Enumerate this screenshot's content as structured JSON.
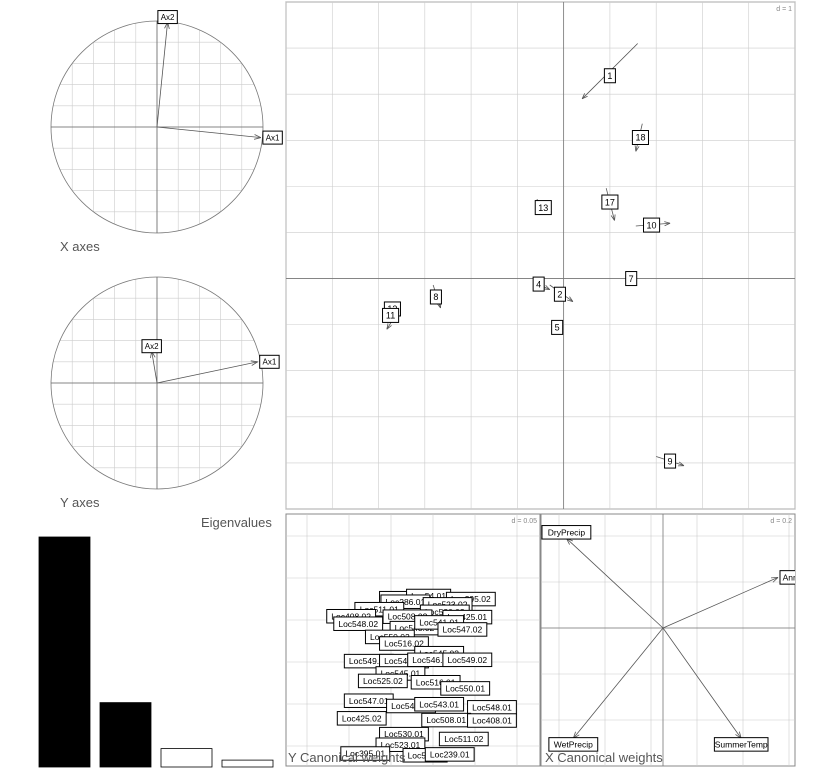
{
  "panels": {
    "x_axes_label": "X axes",
    "y_axes_label": "Y axes",
    "eigen_label": "Eigenvalues",
    "y_weights_label": "Y Canonical weights",
    "x_weights_label": "X Canonical weights"
  },
  "colors": {
    "line": "#555555",
    "grid": "#cccccc",
    "bar": "#000000"
  },
  "chart_data": [
    {
      "type": "scatter",
      "name": "main_plot",
      "scale": "d = 1",
      "xlim": [
        -3.0,
        2.5
      ],
      "ylim": [
        -2.5,
        3.0
      ],
      "grid_step": 0.5,
      "points": [
        {
          "label": "1",
          "x": 0.5,
          "y": 2.2,
          "ax": 0.8,
          "ay": 2.55,
          "bx": 0.2,
          "by": 1.95
        },
        {
          "label": "18",
          "x": 0.83,
          "y": 1.53,
          "ax": 0.85,
          "ay": 1.68,
          "bx": 0.78,
          "by": 1.38
        },
        {
          "label": "17",
          "x": 0.5,
          "y": 0.83,
          "ax": 0.46,
          "ay": 0.98,
          "bx": 0.55,
          "by": 0.63
        },
        {
          "label": "10",
          "x": 0.95,
          "y": 0.58,
          "ax": 0.78,
          "ay": 0.57,
          "bx": 1.15,
          "by": 0.6
        },
        {
          "label": "13",
          "x": -0.22,
          "y": 0.77,
          "ax": -0.29,
          "ay": 0.86,
          "bx": -0.2,
          "by": 0.77
        },
        {
          "label": "7",
          "x": 0.73,
          "y": 0.0,
          "ax": 0.73,
          "ay": 0.0,
          "bx": 0.73,
          "by": 0.0
        },
        {
          "label": "4",
          "x": -0.27,
          "y": -0.06,
          "ax": -0.27,
          "ay": -0.06,
          "bx": -0.15,
          "by": -0.12
        },
        {
          "label": "2",
          "x": -0.04,
          "y": -0.17,
          "ax": -0.15,
          "ay": -0.07,
          "bx": 0.1,
          "by": -0.25
        },
        {
          "label": "5",
          "x": -0.07,
          "y": -0.53,
          "ax": -0.07,
          "ay": -0.53,
          "bx": -0.07,
          "by": -0.53
        },
        {
          "label": "8",
          "x": -1.38,
          "y": -0.2,
          "ax": -1.41,
          "ay": -0.07,
          "bx": -1.33,
          "by": -0.32
        },
        {
          "label": "12",
          "x": -1.85,
          "y": -0.33,
          "ax": -1.85,
          "ay": -0.33,
          "bx": -1.85,
          "by": -0.33
        },
        {
          "label": "11",
          "x": -1.87,
          "y": -0.4,
          "ax": -1.82,
          "ay": -0.4,
          "bx": -1.91,
          "by": -0.55
        },
        {
          "label": "9",
          "x": 1.15,
          "y": -1.98,
          "ax": 1.0,
          "ay": -1.93,
          "bx": 1.3,
          "by": -2.03
        }
      ]
    },
    {
      "type": "scatter",
      "name": "x_axes",
      "title": "X axes",
      "vectors": [
        {
          "label": "Ax1",
          "x": 0.98,
          "y": -0.1
        },
        {
          "label": "Ax2",
          "x": 0.1,
          "y": 0.99
        }
      ]
    },
    {
      "type": "scatter",
      "name": "y_axes",
      "title": "Y axes",
      "vectors": [
        {
          "label": "Ax1",
          "x": 0.95,
          "y": 0.2
        },
        {
          "label": "Ax2",
          "x": -0.05,
          "y": 0.3
        }
      ]
    },
    {
      "type": "bar",
      "name": "eigenvalues",
      "title": "Eigenvalues",
      "values": [
        1.0,
        0.28,
        0.08,
        0.03
      ]
    },
    {
      "type": "scatter",
      "name": "y_canonical_weights",
      "title": "Y Canonical weights",
      "scale": "d = 0.05",
      "labels": [
        {
          "label": "Loc229.02",
          "x": -0.01,
          "y": 0.095
        },
        {
          "label": "Loc54.01",
          "x": 0.025,
          "y": 0.1
        },
        {
          "label": "Loc286.01",
          "x": -0.008,
          "y": 0.087
        },
        {
          "label": "Loc395.02",
          "x": 0.085,
          "y": 0.093
        },
        {
          "label": "Loc523.02",
          "x": 0.052,
          "y": 0.081
        },
        {
          "label": "Loc511.01",
          "x": -0.045,
          "y": 0.07
        },
        {
          "label": "Loc530.02",
          "x": 0.048,
          "y": 0.064
        },
        {
          "label": "Loc408.02",
          "x": -0.085,
          "y": 0.054
        },
        {
          "label": "Loc508.02",
          "x": -0.005,
          "y": 0.053
        },
        {
          "label": "Loc425.01",
          "x": 0.08,
          "y": 0.052
        },
        {
          "label": "Loc548.02",
          "x": -0.075,
          "y": 0.037
        },
        {
          "label": "Loc543.02",
          "x": 0.005,
          "y": 0.027
        },
        {
          "label": "Loc541.01",
          "x": 0.04,
          "y": 0.04
        },
        {
          "label": "Loc547.02",
          "x": 0.073,
          "y": 0.024
        },
        {
          "label": "Loc550.02",
          "x": -0.03,
          "y": 0.007
        },
        {
          "label": "Loc516.02",
          "x": -0.01,
          "y": -0.008
        },
        {
          "label": "Loc545.02",
          "x": 0.04,
          "y": -0.03
        },
        {
          "label": "Loc549.01",
          "x": -0.06,
          "y": -0.048
        },
        {
          "label": "Loc546.02",
          "x": -0.01,
          "y": -0.048
        },
        {
          "label": "Loc546.01",
          "x": 0.03,
          "y": -0.045
        },
        {
          "label": "Loc549.02",
          "x": 0.08,
          "y": -0.045
        },
        {
          "label": "Loc545.01",
          "x": -0.015,
          "y": -0.076
        },
        {
          "label": "Loc525.02",
          "x": -0.04,
          "y": -0.093
        },
        {
          "label": "Loc516.01",
          "x": 0.035,
          "y": -0.096
        },
        {
          "label": "Loc550.01",
          "x": 0.077,
          "y": -0.11
        },
        {
          "label": "Loc547.01",
          "x": -0.06,
          "y": -0.138
        },
        {
          "label": "Loc541.02",
          "x": 0.0,
          "y": -0.15
        },
        {
          "label": "Loc543.01",
          "x": 0.04,
          "y": -0.146
        },
        {
          "label": "Loc548.01",
          "x": 0.115,
          "y": -0.153
        },
        {
          "label": "Loc425.02",
          "x": -0.07,
          "y": -0.178
        },
        {
          "label": "Loc508.01",
          "x": 0.05,
          "y": -0.182
        },
        {
          "label": "Loc408.01",
          "x": 0.115,
          "y": -0.183
        },
        {
          "label": "Loc530.01",
          "x": -0.01,
          "y": -0.214
        },
        {
          "label": "Loc511.02",
          "x": 0.075,
          "y": -0.225
        },
        {
          "label": "Loc523.01",
          "x": -0.015,
          "y": -0.238
        },
        {
          "label": "Loc395.01",
          "x": -0.065,
          "y": -0.258
        },
        {
          "label": "Loc54.02",
          "x": 0.02,
          "y": -0.262
        },
        {
          "label": "Loc239.01",
          "x": 0.055,
          "y": -0.26
        }
      ]
    },
    {
      "type": "scatter",
      "name": "x_canonical_weights",
      "title": "X Canonical weights",
      "scale": "d = 0.2",
      "vectors": [
        {
          "label": "DryPrecip",
          "x": -0.42,
          "y": 0.39
        },
        {
          "label": "Annu",
          "x": 0.5,
          "y": 0.22
        },
        {
          "label": "WetPrecip",
          "x": -0.39,
          "y": -0.48
        },
        {
          "label": "SummerTemp",
          "x": 0.34,
          "y": -0.48
        }
      ]
    }
  ]
}
